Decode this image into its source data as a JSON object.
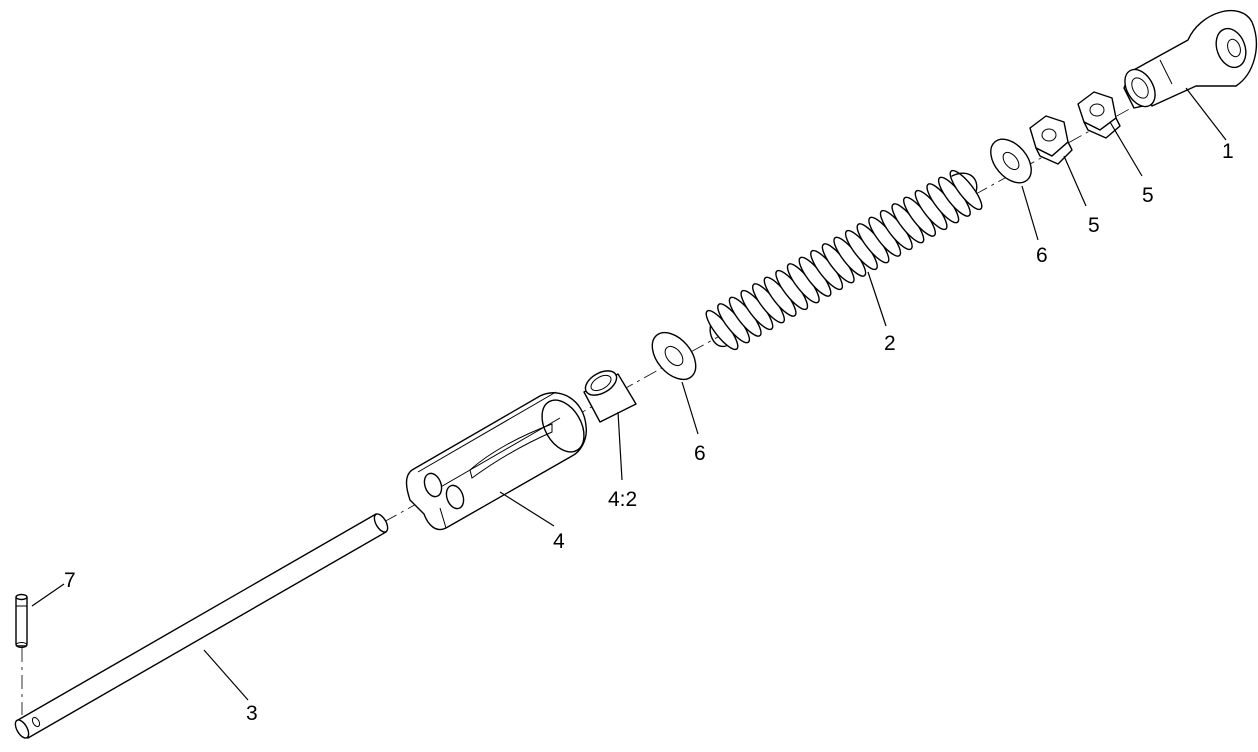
{
  "callouts": {
    "part_1": "1",
    "part_2": "2",
    "part_3": "3",
    "part_4": "4",
    "part_4_2": "4:2",
    "part_5_outer": "5",
    "part_5_inner": "5",
    "part_6_upper": "6",
    "part_6_lower": "6",
    "part_7": "7"
  }
}
